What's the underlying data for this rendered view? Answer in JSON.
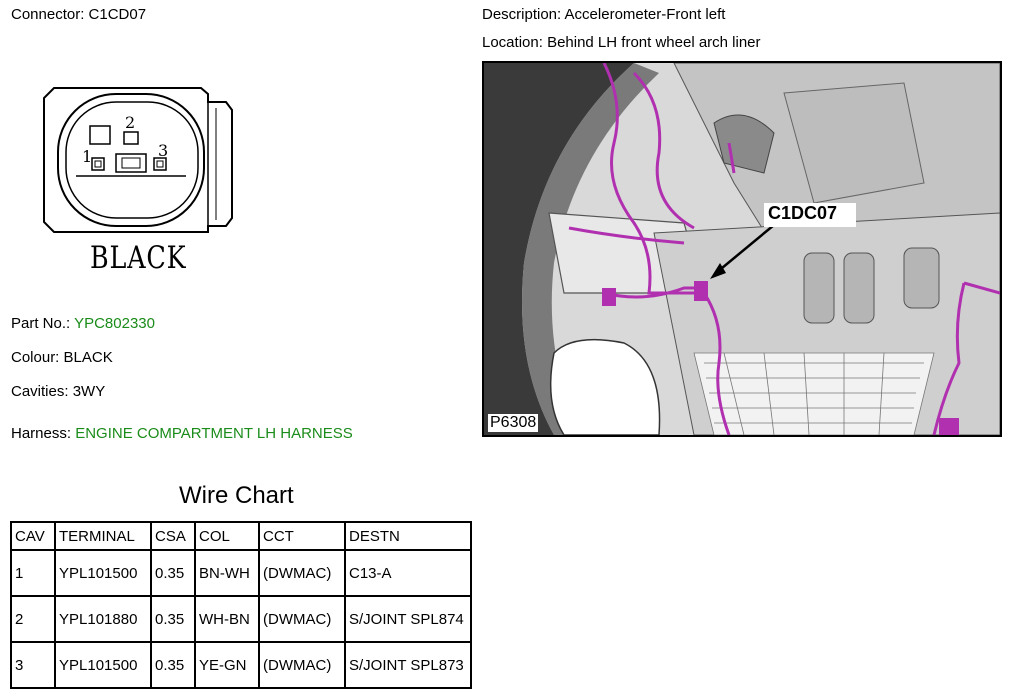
{
  "header": {
    "connector_label": "Connector:",
    "connector_id": "C1CD07",
    "description_label": "Description:",
    "description_value": "Accelerometer-Front left",
    "location_label": "Location:",
    "location_value": "Behind LH front wheel arch liner"
  },
  "connector_drawing": {
    "color_label": "BLACK",
    "pins": [
      "1",
      "2",
      "3"
    ]
  },
  "details": {
    "part_no_label": "Part No.:",
    "part_no_value": "YPC802330",
    "colour_label": "Colour:",
    "colour_value": "BLACK",
    "cavities_label": "Cavities:",
    "cavities_value": "3WY",
    "harness_label": "Harness:",
    "harness_value": "ENGINE COMPARTMENT LH HARNESS"
  },
  "wire_chart": {
    "title": "Wire Chart",
    "headers": [
      "CAV",
      "TERMINAL",
      "CSA",
      "COL",
      "CCT",
      "DESTN"
    ],
    "rows": [
      {
        "cav": "1",
        "terminal": "YPL101500",
        "csa": "0.35",
        "col": "BN-WH",
        "cct": "(DWMAC)",
        "destn": "C13-A"
      },
      {
        "cav": "2",
        "terminal": "YPL101880",
        "csa": "0.35",
        "col": "WH-BN",
        "cct": "(DWMAC)",
        "destn": "S/JOINT SPL874"
      },
      {
        "cav": "3",
        "terminal": "YPL101500",
        "csa": "0.35",
        "col": "YE-GN",
        "cct": "(DWMAC)",
        "destn": "S/JOINT SPL873"
      }
    ]
  },
  "location_photo": {
    "callout": "C1DC07",
    "picture_ref": "P6308"
  },
  "colors": {
    "part_and_harness_text": "#1a8c1a",
    "harness_wire": "#b030b0"
  }
}
